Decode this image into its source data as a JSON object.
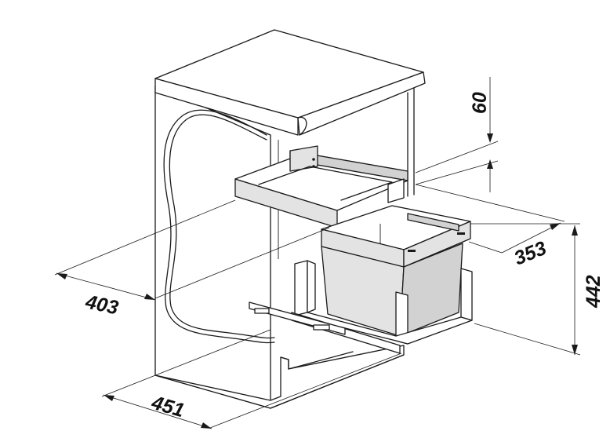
{
  "dimensions": {
    "width_total": "451",
    "depth_cabinet": "403",
    "depth_bin": "353",
    "height_bin": "442",
    "height_gap": "60"
  },
  "colors": {
    "line": "#1a1a1a",
    "shade_light": "#e3e3e3",
    "shade_dark": "#d2d2d2",
    "background": "#ffffff"
  }
}
